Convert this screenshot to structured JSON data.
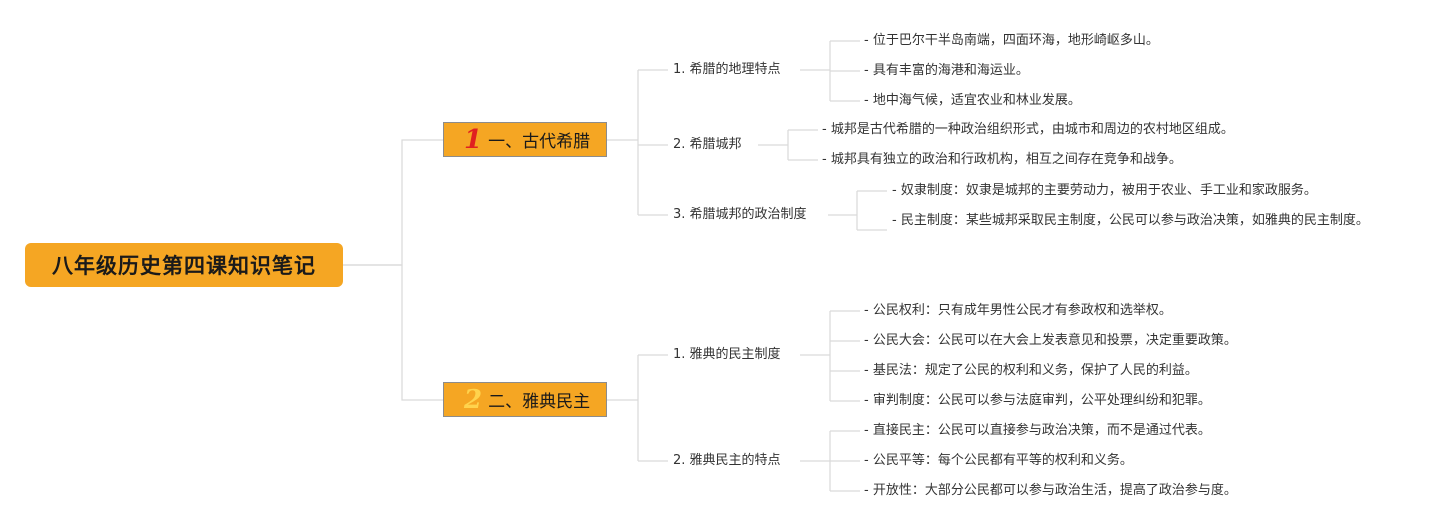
{
  "root": {
    "title": "八年级历史第四课知识笔记"
  },
  "branches": [
    {
      "number": "1",
      "label": "一、古代希腊",
      "topics": [
        {
          "label": "1. 希腊的地理特点",
          "leaves": [
            "- 位于巴尔干半岛南端，四面环海，地形崎岖多山。",
            "- 具有丰富的海港和海运业。",
            "- 地中海气候，适宜农业和林业发展。"
          ]
        },
        {
          "label": "2. 希腊城邦",
          "leaves": [
            "- 城邦是古代希腊的一种政治组织形式，由城市和周边的农村地区组成。",
            "- 城邦具有独立的政治和行政机构，相互之间存在竞争和战争。"
          ]
        },
        {
          "label": "3. 希腊城邦的政治制度",
          "leaves": [
            "- 奴隶制度：奴隶是城邦的主要劳动力，被用于农业、手工业和家政服务。",
            "- 民主制度：某些城邦采取民主制度，公民可以参与政治决策，如雅典的民主制度。"
          ]
        }
      ]
    },
    {
      "number": "2",
      "label": "二、雅典民主",
      "topics": [
        {
          "label": "1. 雅典的民主制度",
          "leaves": [
            "- 公民权利：只有成年男性公民才有参政权和选举权。",
            "- 公民大会：公民可以在大会上发表意见和投票，决定重要政策。",
            "- 基民法：规定了公民的权利和义务，保护了人民的利益。",
            "- 审判制度：公民可以参与法庭审判，公平处理纠纷和犯罪。"
          ]
        },
        {
          "label": "2. 雅典民主的特点",
          "leaves": [
            "- 直接民主：公民可以直接参与政治决策，而不是通过代表。",
            "- 公民平等：每个公民都有平等的权利和义务。",
            "- 开放性：大部分公民都可以参与政治生活，提高了政治参与度。"
          ]
        }
      ]
    }
  ]
}
